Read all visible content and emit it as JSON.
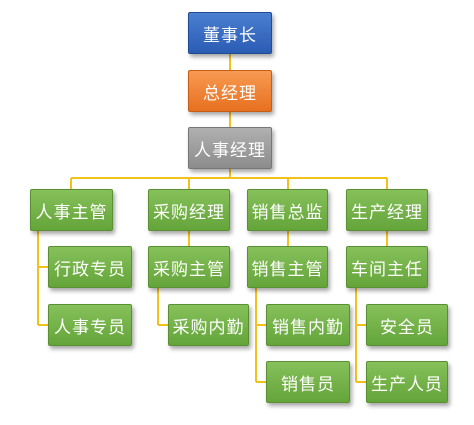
{
  "colors": {
    "connector": "#f2c21a",
    "chairman_fill": "#2e62bf",
    "gm_fill": "#ed7d31",
    "hr_manager_fill": "#a5a5a5",
    "department_fill": "#70ad47"
  },
  "nodes": {
    "chairman": "董事长",
    "general_manager": "总经理",
    "hr_manager": "人事经理",
    "hr_supervisor": "人事主管",
    "admin_specialist": "行政专员",
    "hr_specialist": "人事专员",
    "purchasing_manager": "采购经理",
    "purchasing_supervisor": "采购主管",
    "purchasing_clerk": "采购内勤",
    "sales_director": "销售总监",
    "sales_supervisor": "销售主管",
    "sales_clerk": "销售内勤",
    "salesperson": "销售员",
    "production_manager": "生产经理",
    "workshop_director": "车间主任",
    "safety_officer": "安全员",
    "production_staff": "生产人员"
  }
}
